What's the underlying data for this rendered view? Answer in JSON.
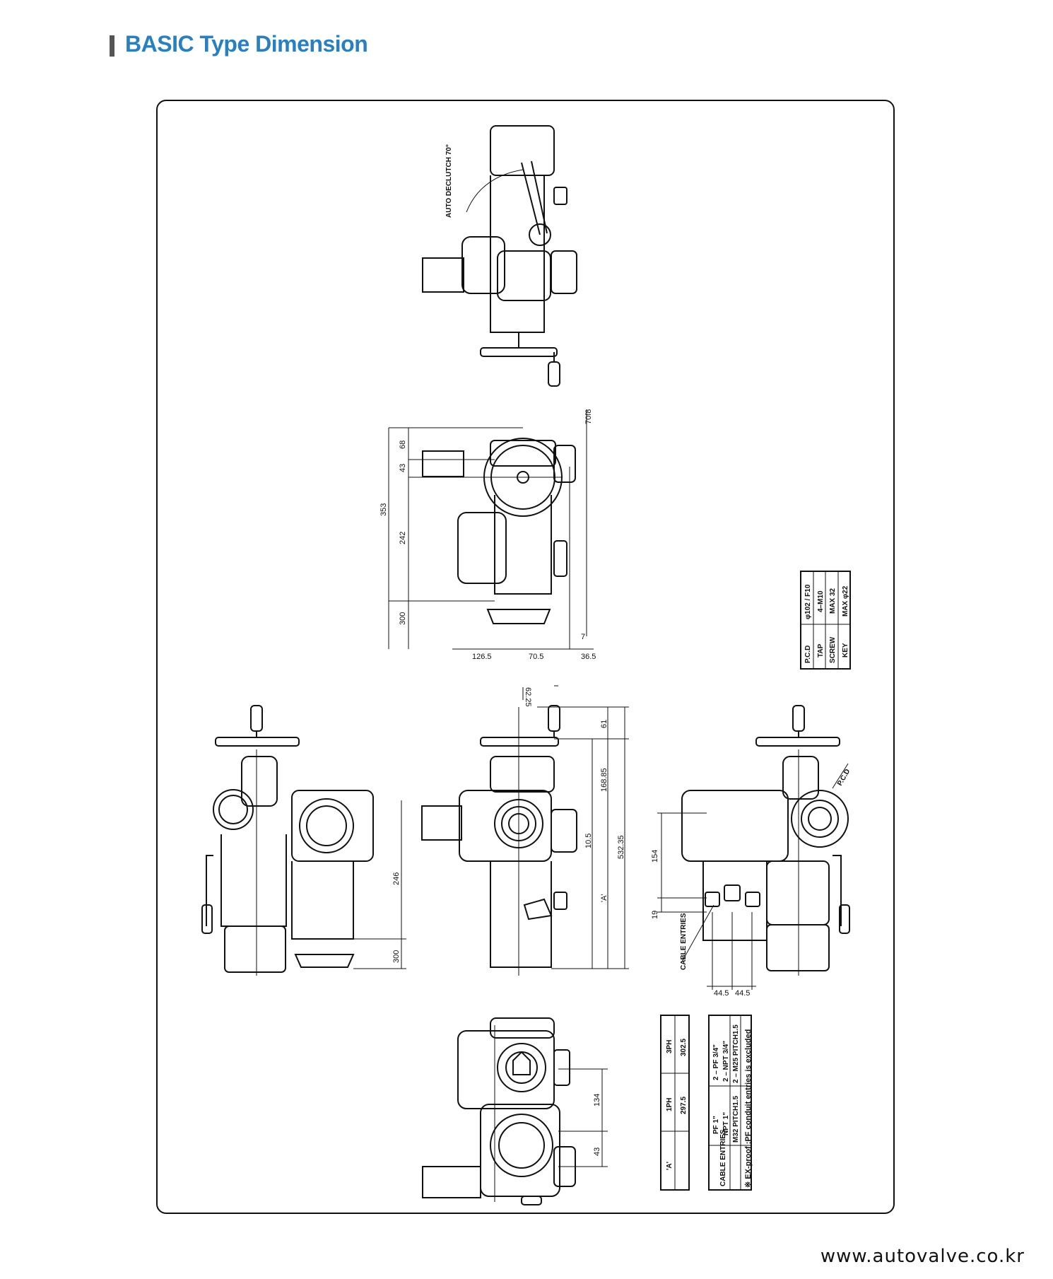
{
  "header": {
    "title": "BASIC Type Dimension"
  },
  "footer": {
    "url": "www.autovalve.co.kr"
  },
  "top_view": {
    "annotation": "AUTO DECLUTCH 70°"
  },
  "side_view": {
    "dims_vertical": [
      "68",
      "43",
      "242",
      "300",
      "353"
    ],
    "dims_horizontal": [
      "126.5",
      "70.5",
      "36.5"
    ],
    "dims_small": [
      "70f8",
      "7"
    ]
  },
  "front_view": {
    "dims": [
      "62.25",
      "61",
      "168.85",
      "10.5",
      "532.35",
      "'A'"
    ]
  },
  "left_view": {
    "dims": [
      "246",
      "300"
    ]
  },
  "right_view": {
    "dims": [
      "154",
      "19",
      "44.5",
      "44.5"
    ],
    "labels": [
      "CABLE ENTRIES",
      "P.C.D"
    ]
  },
  "bottom_view": {
    "dims": [
      "134",
      "43"
    ]
  },
  "flange_table": {
    "rows": [
      [
        "P.C.D",
        "φ102 / F10"
      ],
      [
        "TAP",
        "4–M10"
      ],
      [
        "SCREW",
        "MAX 32"
      ],
      [
        "KEY",
        "MAX φ22"
      ]
    ]
  },
  "a_table": {
    "header": [
      "'A'",
      "1PH",
      "3PH"
    ],
    "row": [
      "",
      "297.5",
      "302.5"
    ]
  },
  "cable_table": {
    "label": "CABLE ENTRIES",
    "col1": [
      "PF 1\"",
      "NPT 1\"",
      "M32 PITCH1.5"
    ],
    "col2": [
      "2 – PF 3/4\"",
      "2 – NPT 3/4\"",
      "2 – M25 PITCH1.5"
    ],
    "note": "※ EX-proof :PF conduit entries is excluded"
  }
}
